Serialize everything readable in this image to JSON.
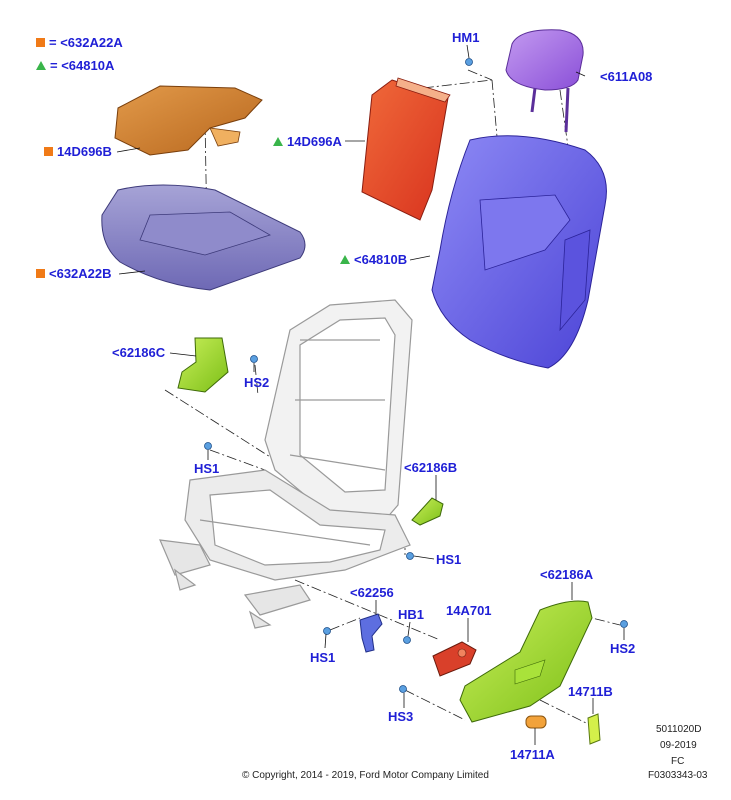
{
  "legend": [
    {
      "marker": "orange-square",
      "equals": "=",
      "text": "<632A22A"
    },
    {
      "marker": "green-triangle",
      "equals": "=",
      "text": "<64810A"
    }
  ],
  "parts": {
    "hm1": "HM1",
    "p611a08": "<611A08",
    "p14d696a": "14D696A",
    "p14d696b": "14D696B",
    "p632a22b": "<632A22B",
    "p64810b": "<64810B",
    "p62186c": "<62186C",
    "hs2_top": "HS2",
    "hs1_left": "HS1",
    "p62186b": "<62186B",
    "hs1_mid": "HS1",
    "p62186a": "<62186A",
    "p62256": "<62256",
    "hb1": "HB1",
    "p14a701": "14A701",
    "hs1_bottom": "HS1",
    "hs2_right": "HS2",
    "hs3": "HS3",
    "p14711b": "14711B",
    "p14711a": "14711A"
  },
  "footer": {
    "code1": "5011020D",
    "date": "09-2019",
    "region": "FC",
    "figure_id": "F0303343-03",
    "copyright": "© Copyright, 2014 - 2019, Ford Motor Company Limited"
  },
  "colors": {
    "label_blue": "#1f1fd6",
    "orange_marker": "#f07a17",
    "green_marker": "#39b54a",
    "seat_blue": "#6a63e6",
    "headrest_purple": "#a36ae0",
    "backpanel_red": "#e8462a",
    "cushion_pad_orange": "#c87a2a",
    "cushion_gray": "#8a86c2",
    "trim_green": "#9ad62a",
    "switch_red": "#d9402a"
  }
}
